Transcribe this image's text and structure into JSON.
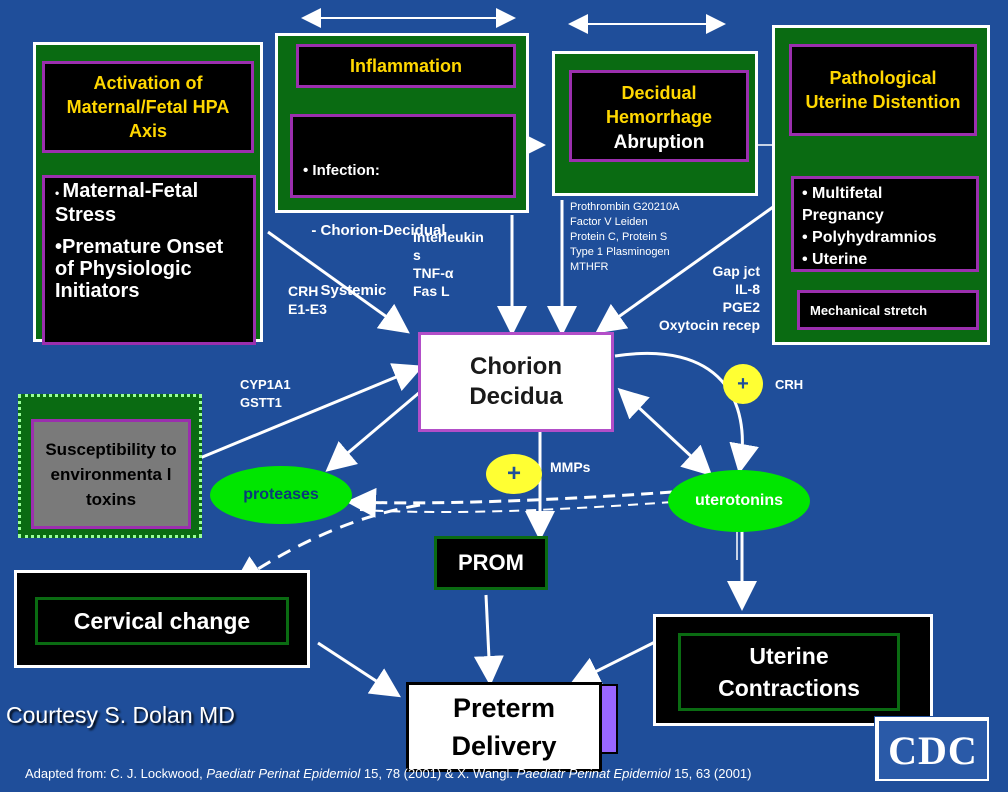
{
  "hpa": {
    "title": "Activation of Maternal/Fetal HPA Axis",
    "items": [
      "Maternal-Fetal Stress",
      "•Premature Onset of Physiologic Initiators"
    ]
  },
  "inflammation": {
    "title": "Inflammation",
    "items": [
      "• Infection:",
      "  - Chorion-Decidual",
      "  - Systemic"
    ]
  },
  "decidual": {
    "title": "Decidual Hemorrhage",
    "subtitle": "Abruption",
    "genes": [
      "Prothrombin G20210A",
      "Factor V Leiden",
      "Protein C, Protein S",
      "Type 1 Plasminogen",
      "MTHFR"
    ]
  },
  "distention": {
    "title": "Pathological Uterine Distention",
    "items": [
      "• Multifetal Pregnancy",
      "• Polyhydramnios",
      "• Uterine abnormalities"
    ],
    "stretch": "Mechanical stretch"
  },
  "mediators": {
    "interleukin": [
      "Interleukin",
      "s",
      "TNF-α",
      "Fas L"
    ],
    "crh_e": [
      "CRH",
      "E1-E3"
    ],
    "gap": [
      "Gap jct",
      "IL-8",
      "PGE2",
      "Oxytocin recep"
    ],
    "cyp": [
      "CYP1A1",
      "GSTT1"
    ],
    "crh": "CRH",
    "mmps": "MMPs",
    "plus": "+"
  },
  "chorion": "Chorion Decidua",
  "susceptibility": "Susceptibility to environmenta l toxins",
  "proteases": "proteases",
  "uterotonins": "uterotonins",
  "prom": "PROM",
  "cervical": "Cervical change",
  "uterine": "Uterine Contractions",
  "preterm": "Preterm Delivery",
  "courtesy": "Courtesy S. Dolan MD",
  "cdc": "CDC",
  "citation": {
    "prefix": "Adapted from: C. J. Lockwood, ",
    "journal1": "Paediatr Perinat Epidemiol",
    "ref1": " 15, 78 (2001) & X. Wangl. ",
    "journal2": "Paediatr Perinat Epidemiol",
    "ref2": " 15, 63 (2001)"
  }
}
